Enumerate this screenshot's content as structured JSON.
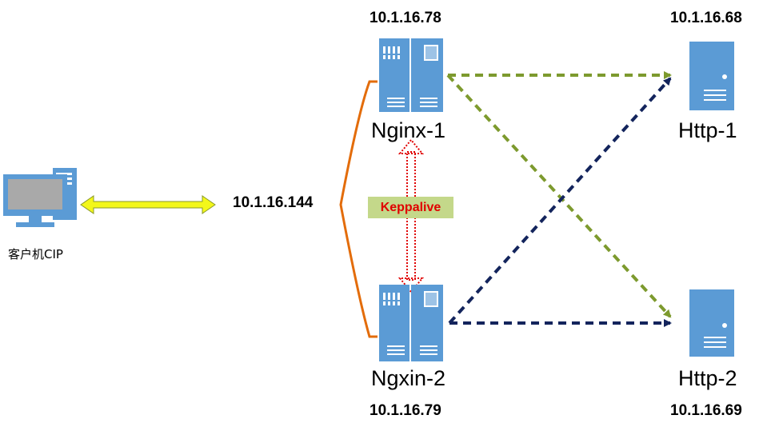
{
  "client": {
    "label": "客户机CIP"
  },
  "vip": {
    "ip": "10.1.16.144"
  },
  "keepalive": {
    "label": "Keppalive"
  },
  "nginx1": {
    "name": "Nginx-1",
    "ip": "10.1.16.78"
  },
  "nginx2": {
    "name": "Ngxin-2",
    "ip": "10.1.16.79"
  },
  "http1": {
    "name": "Http-1",
    "ip": "10.1.16.68"
  },
  "http2": {
    "name": "Http-2",
    "ip": "10.1.16.69"
  },
  "colors": {
    "server_blue": "#5b9bd5",
    "green_link": "#7d9a2e",
    "navy_link": "#13245c",
    "orange_brace": "#e36c0a",
    "yellow_arrow": "#f3f71a",
    "keepalive_red": "#e00000",
    "keepalive_bg": "#c4d88a"
  },
  "icons": [
    "desktop-computer-icon",
    "rack-server-icon",
    "tower-server-icon"
  ]
}
